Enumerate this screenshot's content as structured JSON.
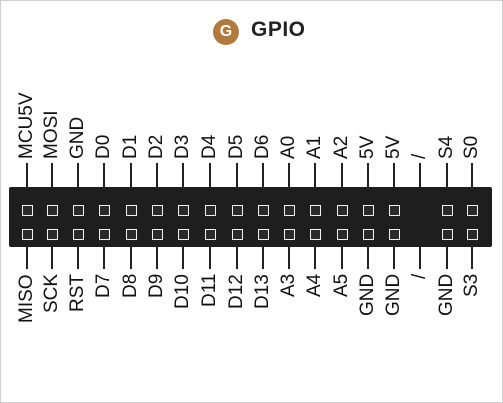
{
  "header": {
    "title": "GPIO",
    "icon_letter": "G",
    "icon_color": "#b07a3e"
  },
  "top_row": [
    "MCU5V",
    "MOSI",
    "GND",
    "D0",
    "D1",
    "D2",
    "D3",
    "D4",
    "D5",
    "D6",
    "A0",
    "A1",
    "A2",
    "5V",
    "5V",
    "/",
    "S4",
    "S0"
  ],
  "bottom_row": [
    "MISO",
    "SCK",
    "RST",
    "D7",
    "D8",
    "D9",
    "D10",
    "D11",
    "D12",
    "D13",
    "A3",
    "A4",
    "A5",
    "GND",
    "GND",
    "/",
    "GND",
    "S3"
  ]
}
